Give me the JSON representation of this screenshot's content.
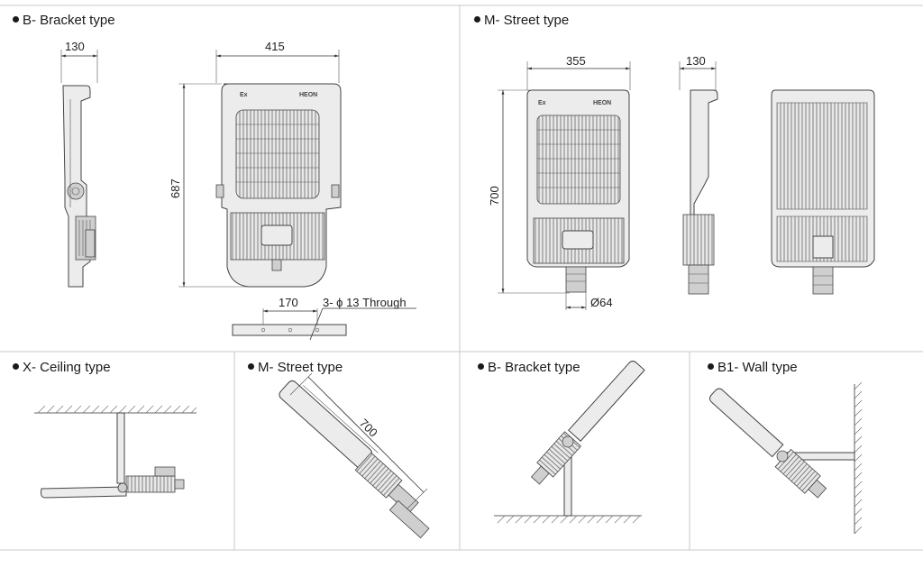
{
  "sections": {
    "top_left_title": "B- Bracket type",
    "top_right_title": "M- Street type",
    "bottom_1_title": "X- Ceiling type",
    "bottom_2_title": "M- Street type",
    "bottom_3_title": "B- Bracket type",
    "bottom_4_title": "B1- Wall type"
  },
  "dimensions": {
    "bracket_side_width": "130",
    "bracket_front_width": "415",
    "bracket_height": "687",
    "bracket_hole_spacing": "170",
    "bracket_hole_note": "3- ϕ 13 Through",
    "street_front_width": "355",
    "street_side_width": "130",
    "street_height": "700",
    "street_pole_diameter": "Ø64",
    "street_diag_length": "700"
  },
  "labels": {
    "ex_mark": "Ex",
    "brand": "HEON"
  }
}
